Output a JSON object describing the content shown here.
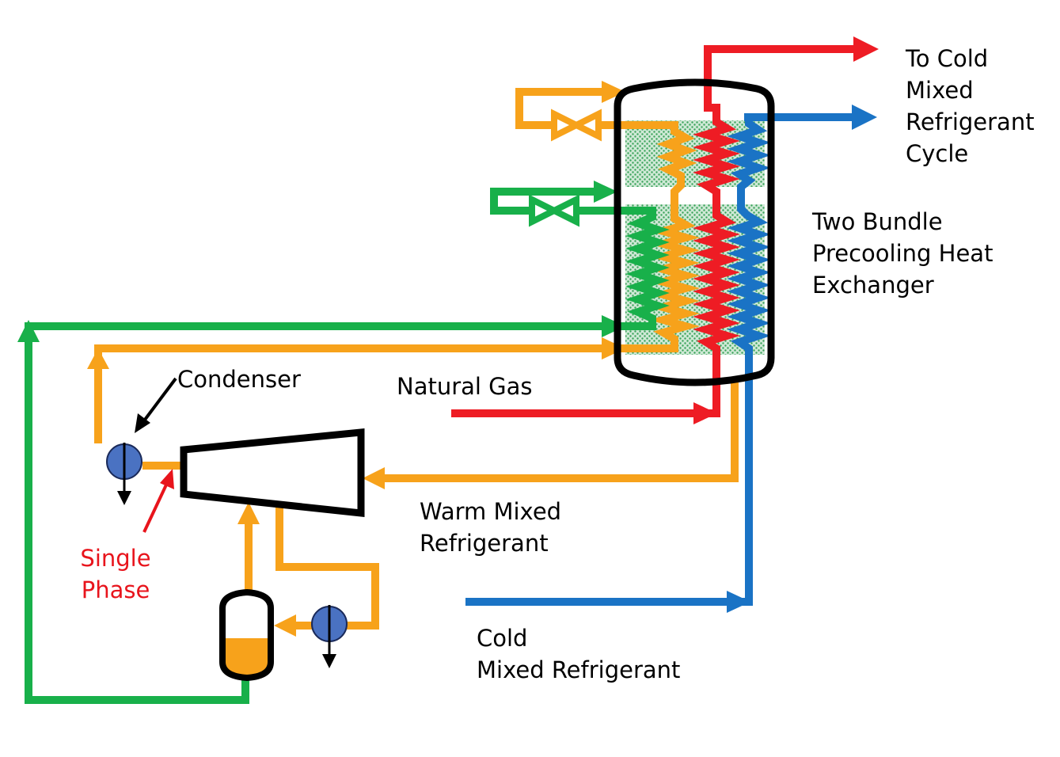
{
  "labels": {
    "to_cold_cycle": [
      "To Cold",
      "Mixed",
      "Refrigerant",
      "Cycle"
    ],
    "heat_exchanger": [
      "Two Bundle",
      "Precooling Heat",
      "Exchanger"
    ],
    "natural_gas": "Natural Gas",
    "condenser": "Condenser",
    "single_phase": [
      "Single",
      "Phase"
    ],
    "warm_mixed_refrigerant": [
      "Warm Mixed",
      "Refrigerant"
    ],
    "cold_mixed_refrigerant": [
      "Cold",
      "Mixed Refrigerant"
    ]
  },
  "colors": {
    "orange_stream": "#f7a21b",
    "green_stream": "#18b04a",
    "red_stream": "#ee1c24",
    "blue_stream": "#1a73c5",
    "vessel_outline": "#000000",
    "cooler_fill": "#4a72c2",
    "packing_fill": "#b8dcc4",
    "separator_liquid": "#f7a21b",
    "annotation_red": "#e8141c"
  },
  "icons": [
    "valve-icon",
    "cooler-icon",
    "compressor-icon",
    "separator-drum-icon",
    "heat-exchanger-vessel-icon",
    "arrow-icon"
  ]
}
